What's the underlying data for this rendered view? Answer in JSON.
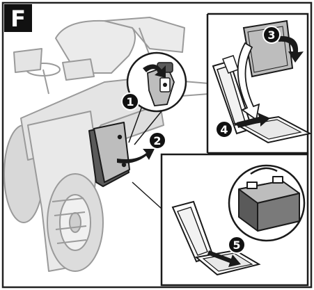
{
  "figure": {
    "label": "F"
  },
  "steps": [
    {
      "number": "1"
    },
    {
      "number": "2"
    },
    {
      "number": "3"
    },
    {
      "number": "4"
    },
    {
      "number": "5"
    }
  ],
  "colors": {
    "line": "#1a1a1a",
    "tractor_line": "#9a9a9a",
    "tractor_fill": "#e4e4e4",
    "panel_gray": "#bdbdbd",
    "dark_gray": "#5a5a5a",
    "arrow": "#1a1a1a",
    "badge": "#111111"
  }
}
